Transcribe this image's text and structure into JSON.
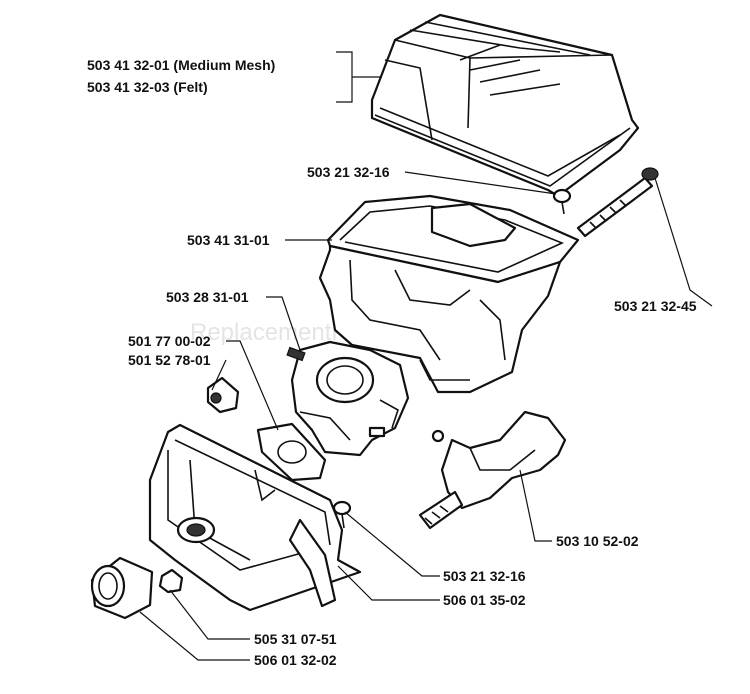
{
  "watermark": "ReplacementParts.com",
  "labels": {
    "filter_medium": "503 41 32-01 (Medium Mesh)",
    "filter_felt": "503 41 32-03 (Felt)",
    "screw_top": "503 21 32-16",
    "base": "503 41 31-01",
    "carb": "503 28 31-01",
    "gasket": "501 77 00-02",
    "grommet": "501 52 78-01",
    "bolt": "503 21 32-45",
    "choke": "503 10 52-02",
    "screw_bottom": "503 21 32-16",
    "housing": "506 01 35-02",
    "nut": "505 31 07-51",
    "bushing": "506 01 32-02"
  }
}
